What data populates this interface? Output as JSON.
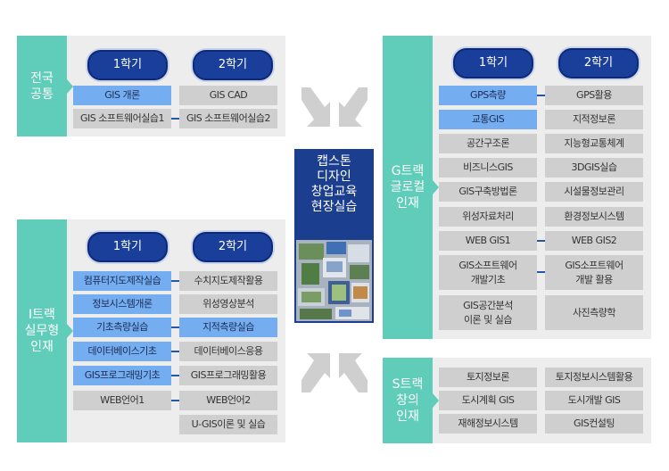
{
  "center": {
    "title": "캡스톤\n디자인\n창업교육\n현장실습"
  },
  "panels": {
    "common": {
      "label": "전국\n공통",
      "sem1": "1학기",
      "sem2": "2학기",
      "rows": [
        {
          "left": "GIS 개론",
          "right": "GIS CAD"
        },
        {
          "left": "GIS 소프트웨어실습1",
          "right": "GIS 소프트웨어실습2"
        }
      ]
    },
    "it": {
      "label": "I트랙\n실무형\n인재",
      "sem1": "1학기",
      "sem2": "2학기",
      "rows": [
        {
          "left": "컴퓨터지도제작실습",
          "right": "수치지도제작활용"
        },
        {
          "left": "정보시스템개론",
          "right": "위성영상분석"
        },
        {
          "left": "기초측량실습",
          "right": "지적측량실습"
        },
        {
          "left": "데이터베이스기초",
          "right": "데이터베이스응용"
        },
        {
          "left": "GIS프로그래밍기초",
          "right": "GIS프로그래밍활용"
        },
        {
          "left": "WEB언어1",
          "right": "WEB언어2"
        },
        {
          "left": "",
          "right": "U-GIS이론 및 실습"
        }
      ]
    },
    "g": {
      "label": "G트랙\n글로컬\n인재",
      "sem1": "1학기",
      "sem2": "2학기",
      "rows": [
        {
          "left": "GPS측량",
          "right": "GPS활용"
        },
        {
          "left": "교통GIS",
          "right": "지적정보론"
        },
        {
          "left": "공간구조론",
          "right": "지능형교통체계"
        },
        {
          "left": "비즈니스GIS",
          "right": "3DGIS실습"
        },
        {
          "left": "GIS구축방법론",
          "right": "시설물정보관리"
        },
        {
          "left": "위성자료처리",
          "right": "환경정보시스템"
        },
        {
          "left": "WEB GIS1",
          "right": "WEB GIS2"
        },
        {
          "left": "GIS소프트웨어\n개발기초",
          "right": "GIS소프트웨어\n개발 활용"
        },
        {
          "left": "GIS공간분석\n이론 및 실습",
          "right": "사진측량학"
        }
      ]
    },
    "s": {
      "label": "S트랙\n창의\n인재",
      "rows": [
        {
          "left": "토지정보론",
          "right": "토지정보시스템활용"
        },
        {
          "left": "도시계획 GIS",
          "right": "도시개발 GIS"
        },
        {
          "left": "재해정보시스템",
          "right": "GIS컨설팅"
        }
      ]
    }
  },
  "colors": {
    "tab": "#5fcdb9",
    "panel": "#ededed",
    "cell": "#cfcfcf",
    "highlight": "#74aef0",
    "pill": "#1a3f9b",
    "center": "#1c3e8f"
  }
}
